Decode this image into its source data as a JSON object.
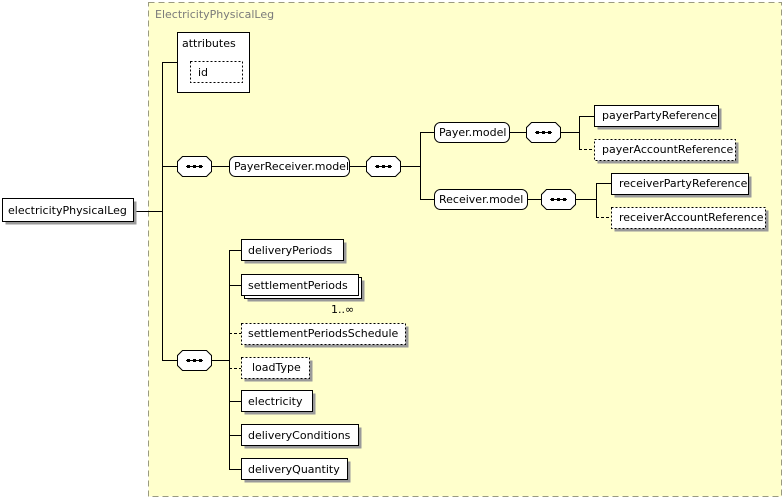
{
  "diagram": {
    "group_title": "ElectricityPhysicalLeg",
    "root": "electricityPhysicalLeg",
    "attributes_label": "attributes",
    "attribute_id": "id",
    "payer_receiver_model": "PayerReceiver.model",
    "payer_model": "Payer.model",
    "receiver_model": "Receiver.model",
    "payer_party_reference": "payerPartyReference",
    "payer_account_reference": "payerAccountReference",
    "receiver_party_reference": "receiverPartyReference",
    "receiver_account_reference": "receiverAccountReference",
    "delivery_periods": "deliveryPeriods",
    "settlement_periods": "settlementPeriods",
    "settlement_periods_multiplicity": "1..∞",
    "settlement_periods_schedule": "settlementPeriodsSchedule",
    "load_type": "loadType",
    "electricity": "electricity",
    "delivery_conditions": "deliveryConditions",
    "delivery_quantity": "deliveryQuantity"
  },
  "colors": {
    "group_fill": "#ffffcc",
    "group_border": "#9a9a80",
    "box_fill": "#ffffff",
    "stroke": "#000000",
    "shadow": "#9a9a9a",
    "title_text": "#7a7a7a"
  }
}
